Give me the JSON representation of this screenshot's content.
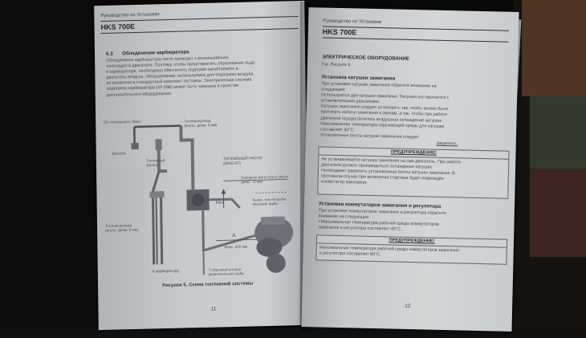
{
  "left_page": {
    "header": "Руководство по Установке",
    "model": "HKS 700E",
    "section_number": "6.3",
    "section_title": "Обледенение карбюратора",
    "body": "Обледенение карбюратора часто приводит к возникновению\nнеполадок в двигателе. Поэтому, чтобы предотвратить образование льда\nв карбюраторе, необходимо обеспечить подогрев нагнетаемого в\nдвигатель воздуха. Оборудование, используемое для подогрева воздуха,\nне включено в стандартный комплект поставки. Электрическая система\nподогрева карбюратора (4Y-288) может быть заказана в качестве\nдополнительного оборудования.",
    "diagram": {
      "label_from_tank": "От топливного бака",
      "label_fuel_line_top": "Топливопровод\n(внутр. диам. 6 мм)",
      "label_valve": "Вентиль",
      "label_filter": "Топливный\nфильтр",
      "label_pump": "ТОПЛИВНЫЙ НАСОС\n(BING-67)",
      "label_pressure_line": "Напорная магистраль (внутр.\nдиам. - 6 мм)",
      "label_top": "Верх",
      "label_above_intake": "Выше, чем патрубок\nвпускной трубы",
      "label_A": "А",
      "label_fuel_line_left": "Топливопровод\n(внутр. диам. 6 мм)",
      "label_max": "Макс. 500 мм",
      "label_to_carb": "К карбюратору",
      "label_t_fitting": "Т-образный штуцер\nуравнительной трубы"
    },
    "caption": "Рисунок 5. Схема топливной системы",
    "page_number": "11"
  },
  "right_page": {
    "header": "Руководство по Установке",
    "model": "HKS 700E",
    "section_title": "ЭЛЕКТРИЧЕСКОЕ ОБОРУДОВАНИЕ",
    "see_figure": "См. Рисунок 6.",
    "subsection1_title": "Установка катушки зажигания",
    "subsection1_body": "При установке катушек зажигания обратите внимание на\nследующее:\nИспользуются две катушки зажигания. Катушки поставляются с\nустановленными разъемами.\nКатушки зажигания следует установить так, чтобы можно было\nпротянуть кабели зажигания к свечам, а так, чтобы при работе\nдвигателя осуществлялось воздушное охлаждение катушек.\nМаксимальная температура окружающей среды для катушек\nсоставляет 60°С.\nУстановочные болты катушки зажигания следует",
    "subsection1_last_word": "закрепить.",
    "warning1_title": "ПРЕДУПРЕЖДЕНИЕ!",
    "warning1_body": "Не устанавливайте катушку зажигания на сам двигатель. При работе\nдвигателя должно производиться охлаждение катушек.\nНеобходимо закрепить установочные болты катушки зажигания. В\nпротивном случае при включении стартера будет повреждён\nкоммутатор зажигания.",
    "subsection2_title": "Установка коммутаторов зажигания и регулятора",
    "subsection2_body": "При установке коммутаторов зажигания и регулятора обратите\nвнимание на следующее:\n• Максимальная температура рабочей среды коммутаторов\nзажигания и регулятора составляет 60°С.",
    "warning2_title": "ПРЕДУПРЕЖДЕНИЕ!",
    "warning2_body": "Максимальная температура рабочей среды коммутаторов зажигания\nи регулятора составляет 80°С.",
    "page_number": "12"
  }
}
